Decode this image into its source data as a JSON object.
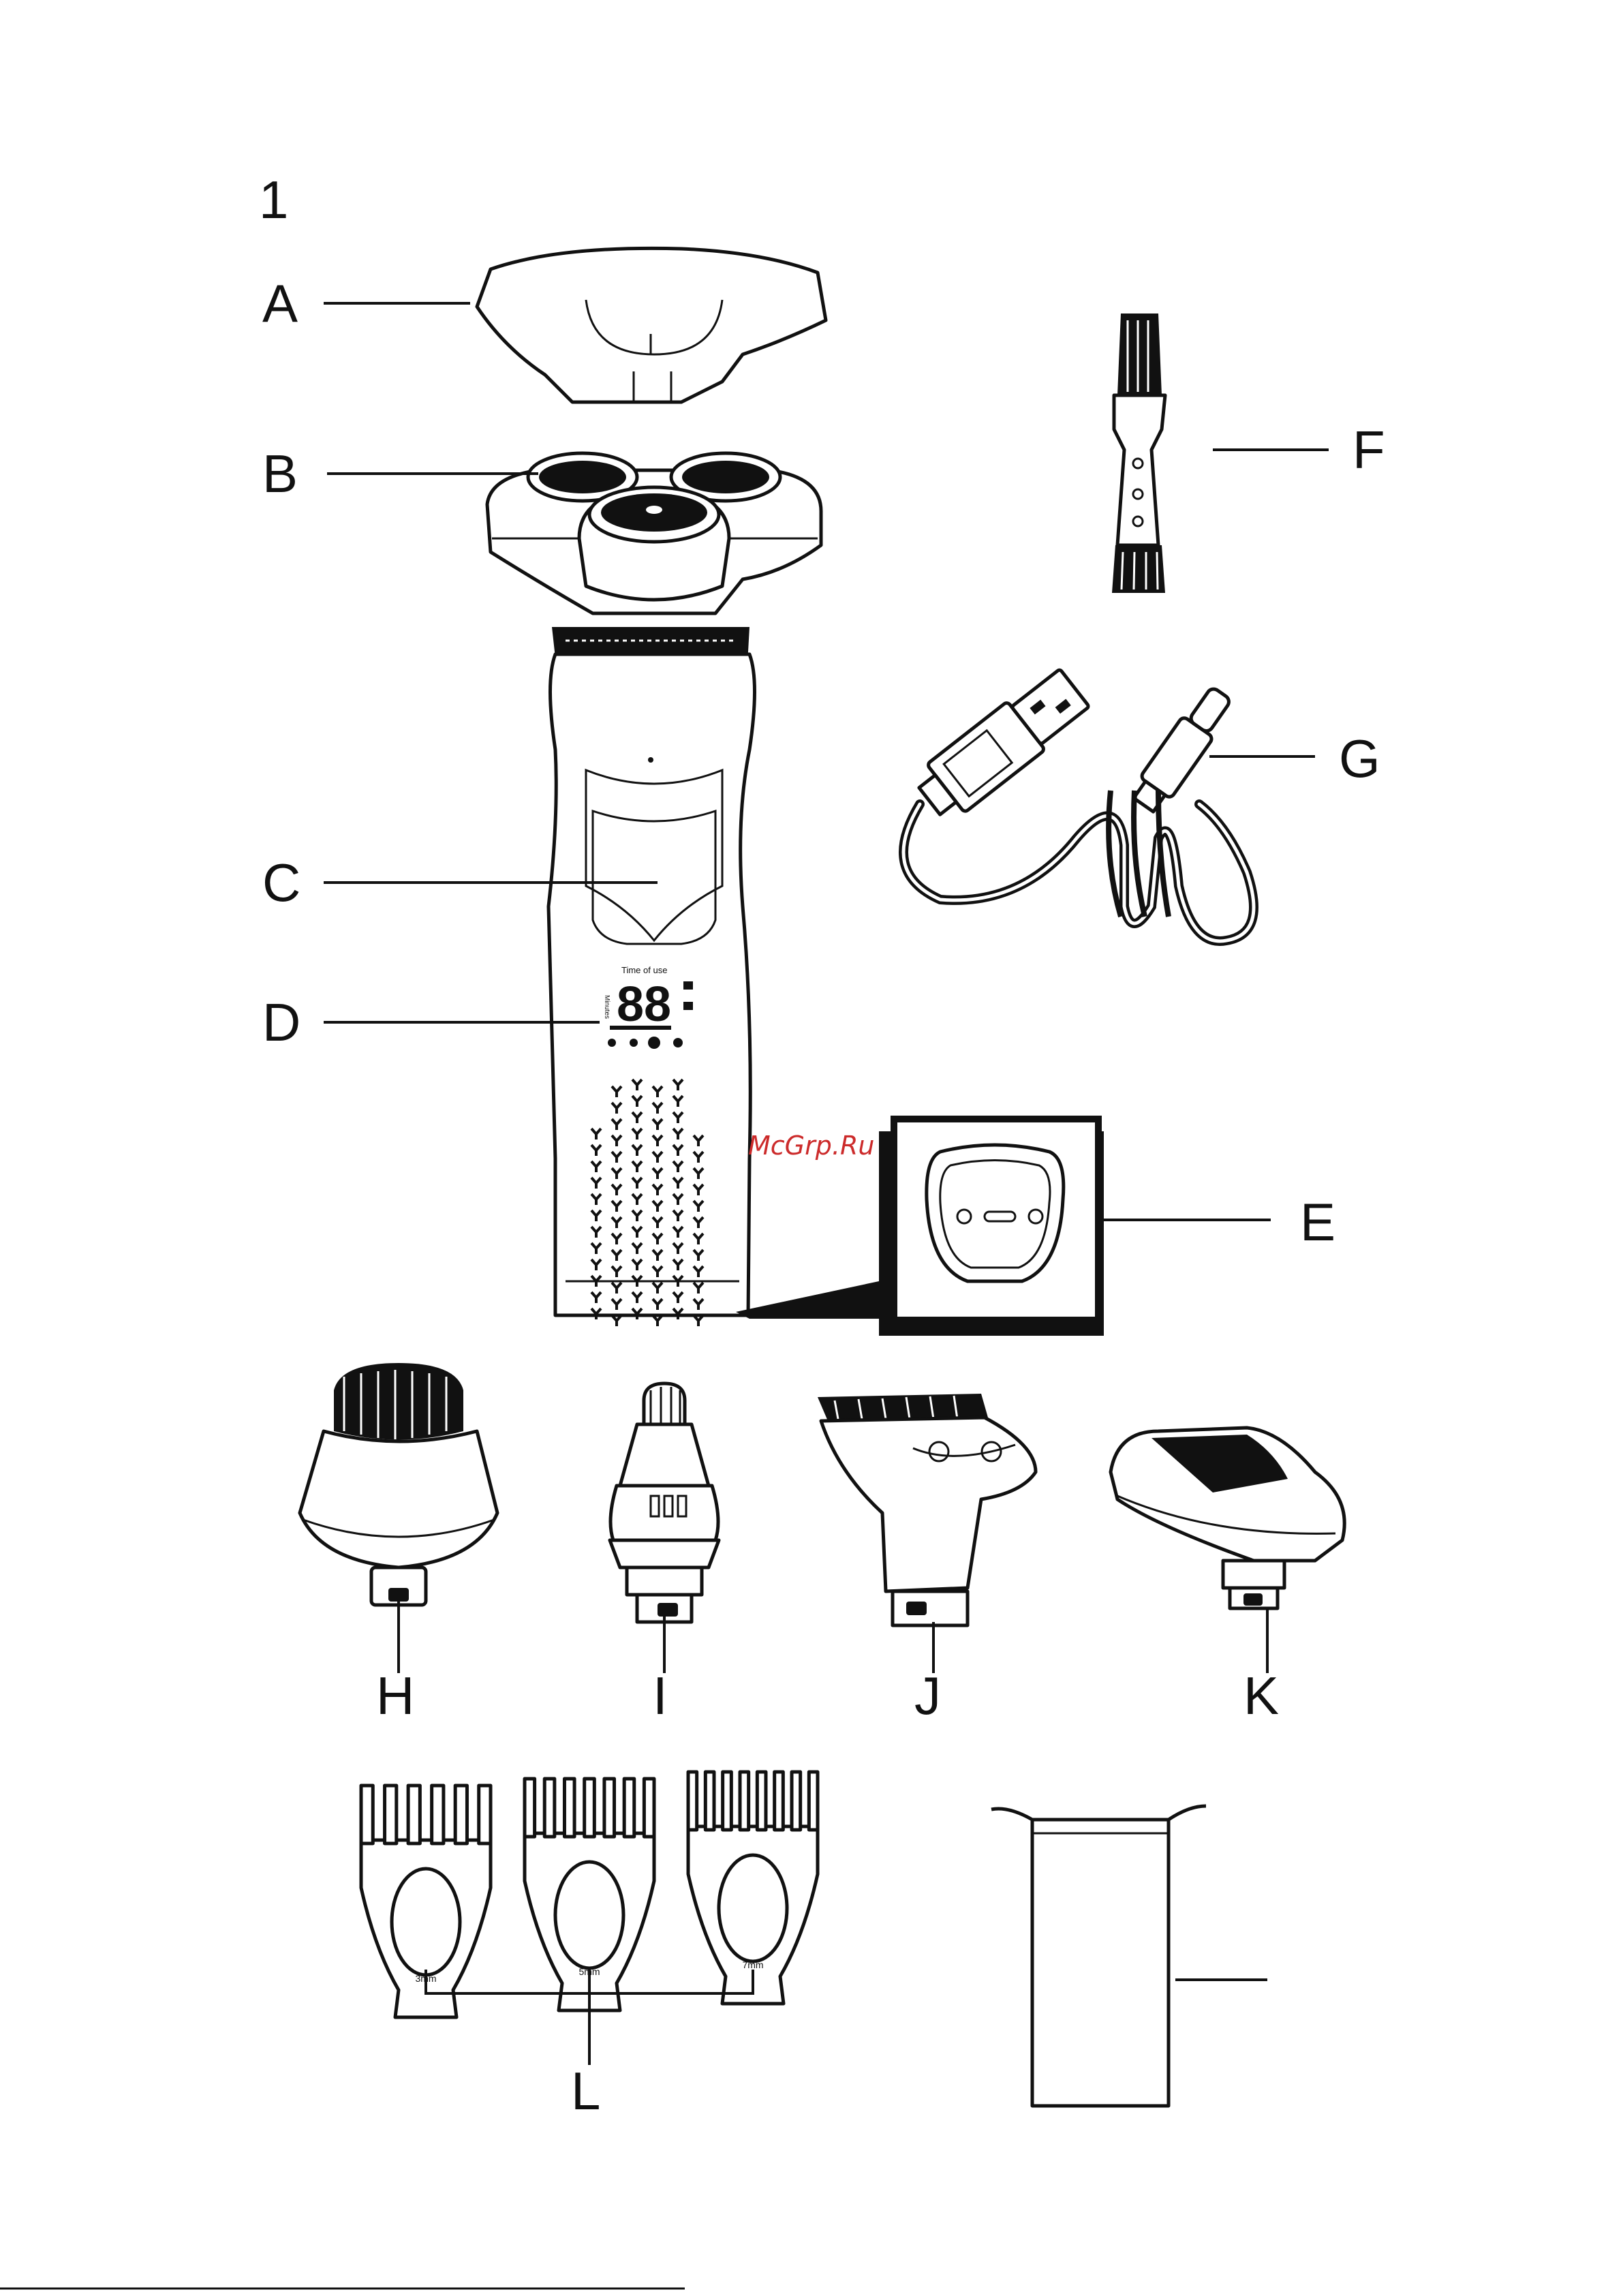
{
  "figure_number": "1",
  "watermark": "McGrp.Ru",
  "colors": {
    "ink": "#111111",
    "watermark": "#cc2b2b",
    "background": "#ffffff"
  },
  "labels": {
    "A": "A",
    "B": "B",
    "C": "C",
    "D": "D",
    "E": "E",
    "F": "F",
    "G": "G",
    "H": "H",
    "I": "I",
    "J": "J",
    "K": "K",
    "L": "L"
  },
  "display": {
    "digits": "88",
    "time_of_use": "Time of use",
    "minutes": "Minutes"
  },
  "combs": [
    "3mm",
    "5mm",
    "7mm"
  ]
}
